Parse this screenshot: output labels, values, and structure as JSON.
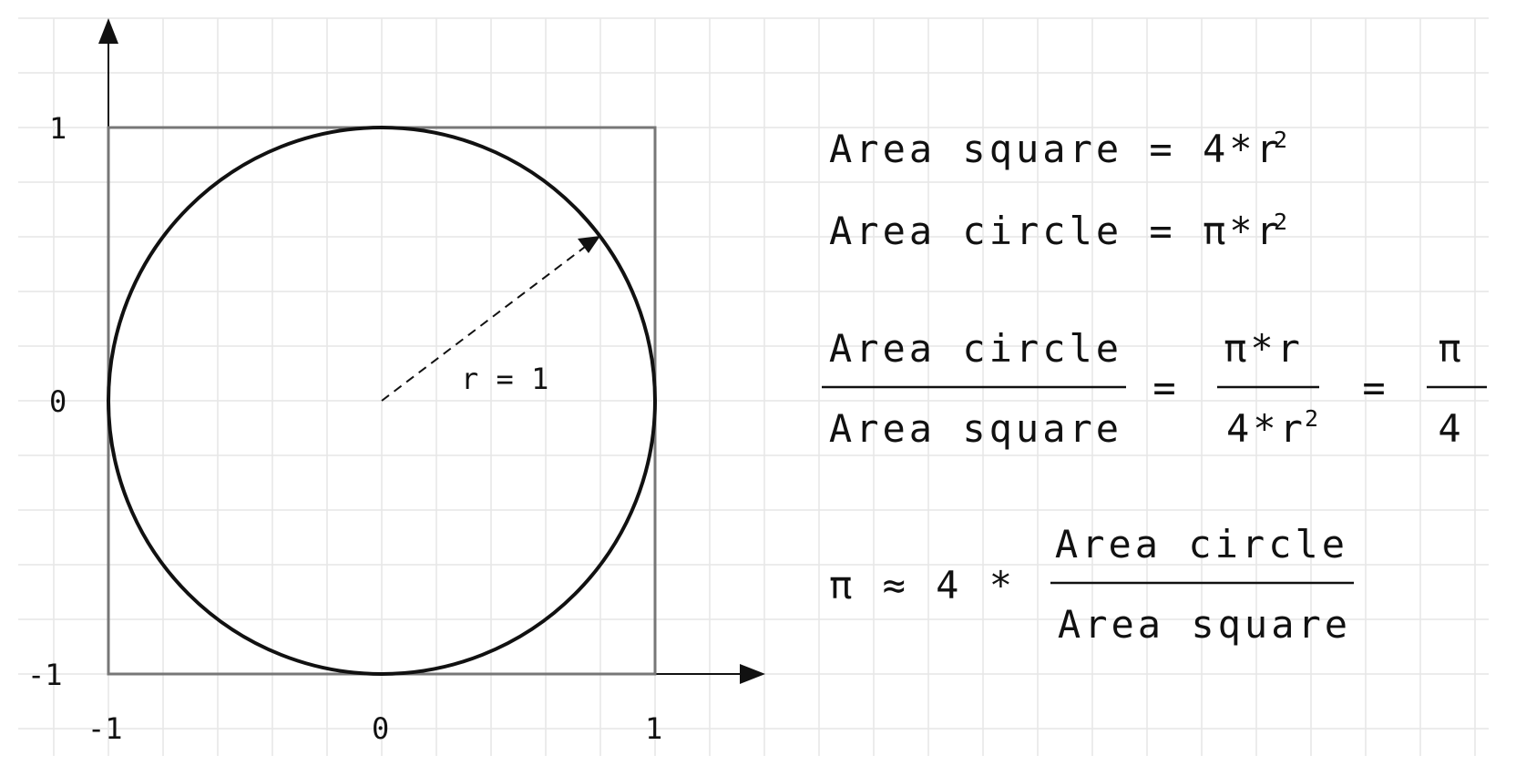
{
  "colors": {
    "grid": "#e6e6e6",
    "ink": "#111111",
    "square": "#777777",
    "background": "#ffffff"
  },
  "axes": {
    "x_ticks": [
      "-1",
      "0",
      "1"
    ],
    "y_ticks": [
      "1",
      "0",
      "-1"
    ]
  },
  "radius_label": "r = 1",
  "equations": {
    "area_square": {
      "text": "Area square = 4*r",
      "sup": "2"
    },
    "area_circle": {
      "text": "Area circle = π*r",
      "sup": "2"
    },
    "ratio": {
      "num1": "Area circle",
      "den1": "Area square",
      "eq1": "=",
      "num2": "π*r",
      "den2_text": "4*r",
      "den2_sup": "2",
      "eq2": "=",
      "num3": "π",
      "den3": "4"
    },
    "pi_estimate": {
      "lhs": "π ≈ 4 *",
      "num": "Area circle",
      "den": "Area square"
    }
  }
}
